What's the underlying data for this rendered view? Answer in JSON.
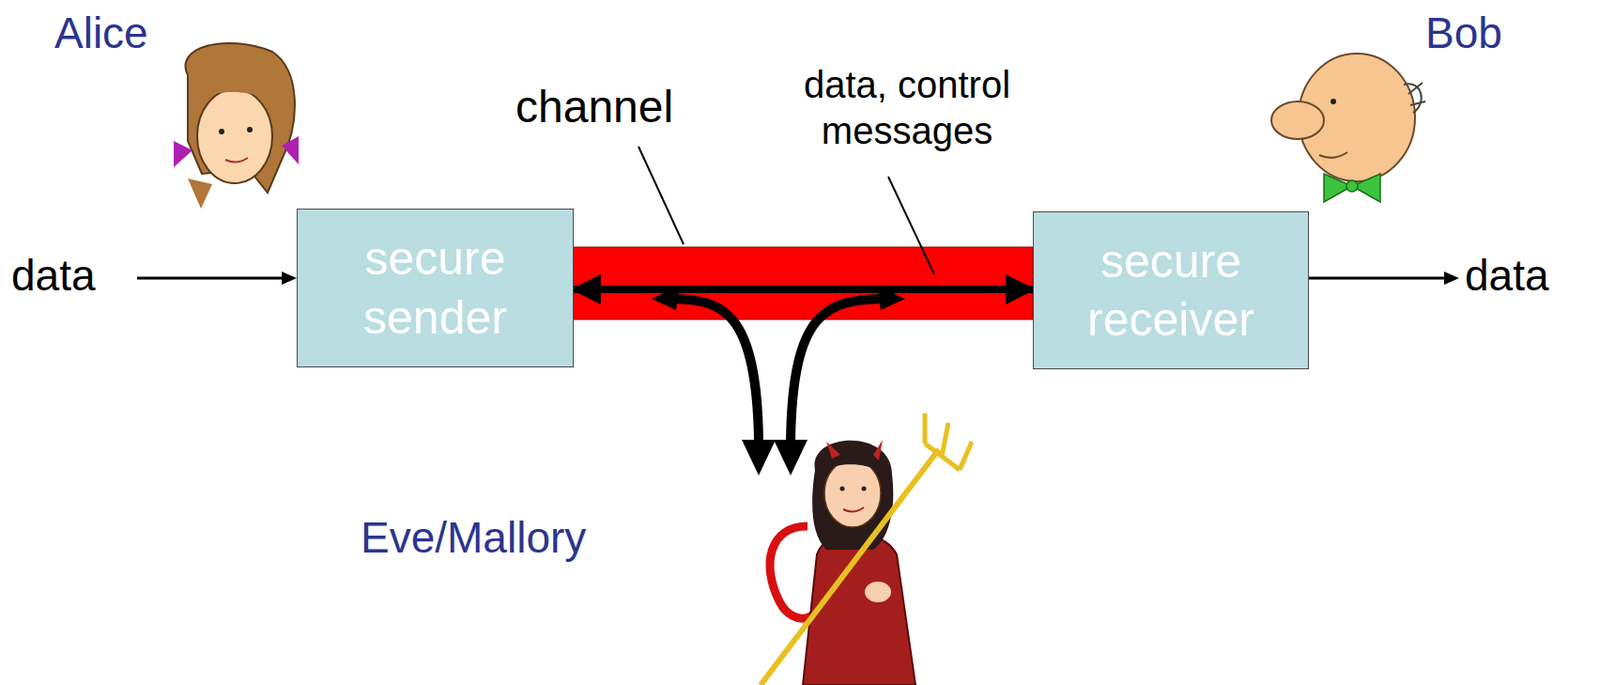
{
  "diagram": {
    "nodes": [
      {
        "text": [
          "secure sender"
        ]
      },
      {
        "text": [
          "secure receiver"
        ]
      }
    ],
    "edges": [
      {
        "from": 0,
        "to": 1,
        "arrow": "both"
      }
    ],
    "labels": [
      "Alice",
      "Bob",
      "data",
      "data",
      "channel",
      "data, control messages",
      "Eve/Mallory"
    ]
  }
}
